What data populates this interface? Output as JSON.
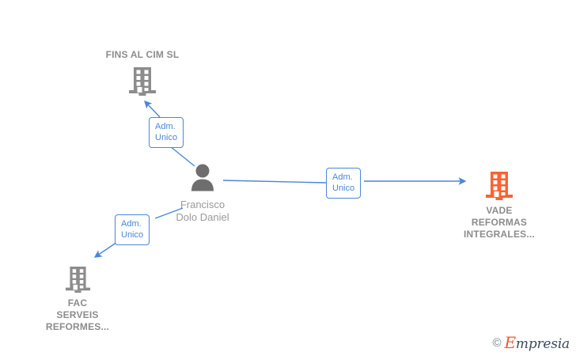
{
  "graph": {
    "nodes": [
      {
        "id": "fins-al-cim",
        "label": "FINS AL CIM SL",
        "icon": "building-icon",
        "type": "company",
        "color": "#8c8c8c",
        "label_position": "above"
      },
      {
        "id": "francisco-dolo-daniel",
        "label": "Francisco\nDolo Daniel",
        "icon": "person-icon",
        "type": "person",
        "color": "#6e6e6e",
        "label_position": "below"
      },
      {
        "id": "vade-reformas",
        "label": "VADE\nREFORMAS\nINTEGRALES...",
        "icon": "building-icon",
        "type": "company",
        "color": "#f96332",
        "label_position": "below"
      },
      {
        "id": "fac-serveis",
        "label": "FAC\nSERVEIS\nREFORMES...",
        "icon": "building-icon",
        "type": "company",
        "color": "#8c8c8c",
        "label_position": "below"
      }
    ],
    "edges": [
      {
        "id": "edge-to-fins-al-cim",
        "from": "francisco-dolo-daniel",
        "to": "fins-al-cim",
        "label": "Adm.\nUnico",
        "color": "#4a86d8"
      },
      {
        "id": "edge-to-vade-reformas",
        "from": "francisco-dolo-daniel",
        "to": "vade-reformas",
        "label": "Adm.\nUnico",
        "color": "#4a86d8"
      },
      {
        "id": "edge-to-fac-serveis",
        "from": "francisco-dolo-daniel",
        "to": "fac-serveis",
        "label": "Adm.\nUnico",
        "color": "#4a86d8"
      }
    ]
  },
  "watermark": {
    "copyright": "©",
    "brand_initial": "E",
    "brand_rest": "mpresia"
  }
}
